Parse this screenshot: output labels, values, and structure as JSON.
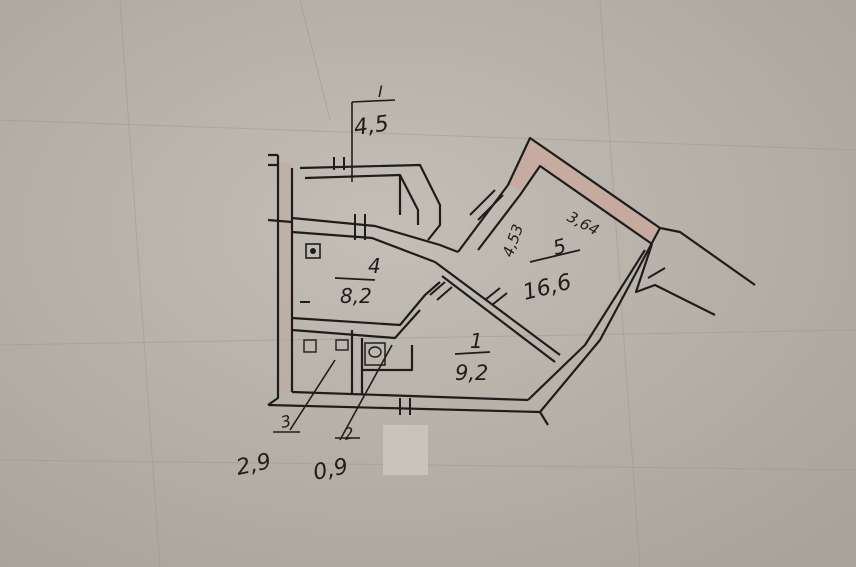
{
  "rooms": [
    {
      "id": "1",
      "num": "1",
      "area": "9,2"
    },
    {
      "id": "2",
      "num": "2",
      "area": "0,9"
    },
    {
      "id": "3",
      "num": "3",
      "area": "2,9"
    },
    {
      "id": "4",
      "num": "4",
      "area": "8,2"
    },
    {
      "id": "5",
      "num": "5",
      "area": "16,6"
    },
    {
      "id": "balcony",
      "num": "I",
      "area": "4,5"
    }
  ],
  "dimensions": {
    "width": "3,64",
    "length": "4,53"
  },
  "symbols": {
    "stove": "••",
    "toilet": "Φ"
  },
  "colors": {
    "paper": "#b8b3aa",
    "ink": "#1f1d1b",
    "wall_fill": "#c9a79c"
  }
}
